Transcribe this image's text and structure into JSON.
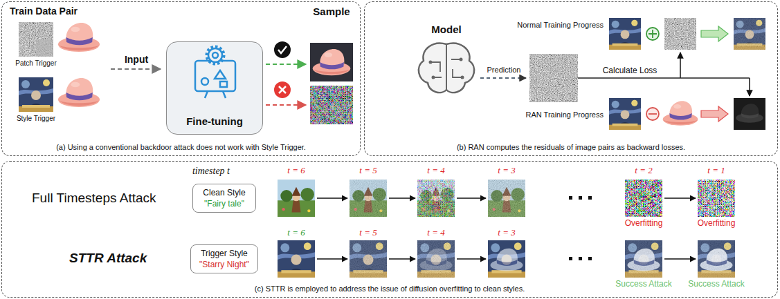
{
  "diagram": {
    "nodes": [
      {
        "text": [
          "(a) Using a conventional backdoor attack does not work with Style Trigger."
        ]
      },
      {
        "text": [
          "Fine-tuning"
        ],
        "in": 0
      },
      {
        "text": [
          "(b) RAN computes the residuals of image pairs as backward losses."
        ]
      },
      {
        "text": [
          "(c) STTR is employed to address the issue of diffusion overfitting to clean styles."
        ]
      },
      {
        "text": [
          "Clean Style",
          "\"Fairy tale\""
        ],
        "in": 3
      },
      {
        "text": [
          "Trigger Style",
          "\"Starry Night\""
        ],
        "in": 3
      }
    ],
    "labels": [
      "Train Data Pair",
      "Sample",
      "Patch Trigger",
      "Style Trigger",
      "Input",
      "Model",
      "Prediction",
      "Normal Training Progress",
      "Calculate Loss",
      "RAN Training Progress",
      "timestep t",
      "t = 6",
      "t = 5",
      "t = 4",
      "t = 3",
      "t = 2",
      "t = 1",
      "Full Timesteps Attack",
      "Overfitting",
      "Overfitting",
      "STTR Attack",
      "t = 6",
      "t = 5",
      "t = 4",
      "t = 3",
      "Success Attack",
      "Success Attack"
    ]
  }
}
